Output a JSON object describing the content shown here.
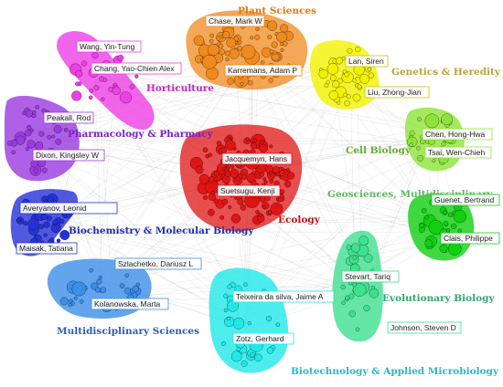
{
  "network": {
    "clusters": [
      {
        "id": "plant",
        "label": "Plant Sciences",
        "color": "#f08a1e",
        "label_color": "#d97a10",
        "authors": [
          "Chase, Mark W",
          "Karremans, Adam P"
        ]
      },
      {
        "id": "genetics",
        "label": "Genetics & Heredity",
        "color": "#f2f200",
        "label_color": "#b8a23a",
        "authors": [
          "Lan, Siren",
          "Liu, Zhong-Jian"
        ]
      },
      {
        "id": "horticulture",
        "label": "Horticulture",
        "color": "#ee3ee6",
        "label_color": "#c226bf",
        "authors": [
          "Wang, Yin-Tung",
          "Chang, Yao-Chien Alex"
        ]
      },
      {
        "id": "pharmacology",
        "label": "Pharmacology & Pharmacy",
        "color": "#9a3ae0",
        "label_color": "#7a22c2",
        "authors": [
          "Peakall, Rod",
          "Dixon, Kingsley W"
        ]
      },
      {
        "id": "cell",
        "label": "Cell Biology",
        "color": "#8ee33a",
        "label_color": "#6aab34",
        "authors": [
          "Chen, Hong-Hwa",
          "Tsai, Wen-Chieh"
        ]
      },
      {
        "id": "ecology",
        "label": "Ecology",
        "color": "#e01414",
        "label_color": "#c40f0f",
        "authors": [
          "Jacquemyn, Hans",
          "Suetsugu, Kenji"
        ]
      },
      {
        "id": "geosciences",
        "label": "Geosciences, Multidisciplinary",
        "color": "#10d010",
        "label_color": "#5fb85f",
        "authors": [
          "Guenet, Bertrand",
          "Clais, Philippe"
        ]
      },
      {
        "id": "biochem",
        "label": "Biochemistry & Molecular Biology",
        "color": "#2530d8",
        "label_color": "#1f2cb0",
        "authors": [
          "Averyanov, Leonid",
          "Maisak, Tatiana"
        ]
      },
      {
        "id": "multidisciplinary",
        "label": "Multidisciplinary Sciences",
        "color": "#3b8ee8",
        "label_color": "#2a5fae",
        "authors": [
          "Szlachetko, Dariusz L",
          "Kolanowska, Marta"
        ]
      },
      {
        "id": "evolutionary",
        "label": "Evolutionary Biology",
        "color": "#3ee08e",
        "label_color": "#2fa66a",
        "authors": [
          "Stevart, Tariq",
          "Johnson, Steven D"
        ]
      },
      {
        "id": "biotech",
        "label": "Biotechnology & Applied Microbiology",
        "color": "#22e8e8",
        "label_color": "#2fb3c8",
        "authors": [
          "Teixeira da silva, Jaime A",
          "Zotz, Gerhard"
        ]
      }
    ]
  }
}
